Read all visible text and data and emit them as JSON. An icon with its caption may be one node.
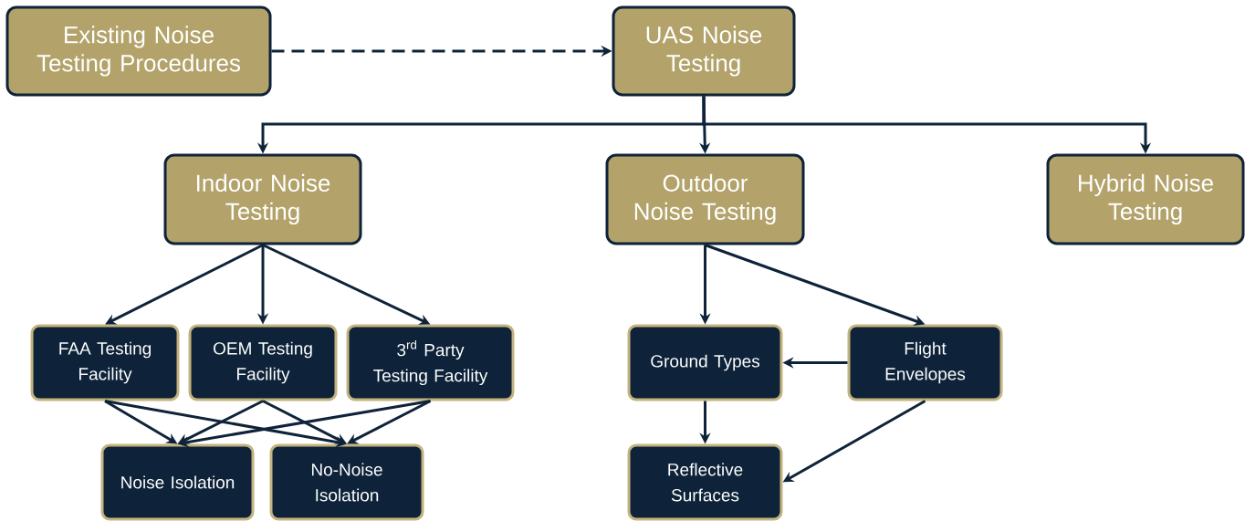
{
  "diagram": {
    "nodes": [
      {
        "text": [
          "Existing Noise Testing Procedures"
        ]
      },
      {
        "text": [
          "UAS Noise Testing"
        ]
      },
      {
        "text": [
          "Indoor Noise Testing"
        ]
      },
      {
        "text": [
          "Outdoor Noise Testing"
        ]
      },
      {
        "text": [
          "Hybrid Noise Testing"
        ]
      },
      {
        "text": [
          "FAA Testing Facility"
        ]
      },
      {
        "text": [
          "OEM Testing Facility"
        ]
      },
      {
        "text": [
          "3$^{rd}$ Party Testing Facility"
        ]
      },
      {
        "text": [
          "Noise Isolation"
        ]
      },
      {
        "text": [
          "No-Noise Isolation"
        ]
      },
      {
        "text": [
          "Ground Types"
        ]
      },
      {
        "text": [
          "Flight Envelopes"
        ]
      },
      {
        "text": [
          "Reflective Surfaces"
        ]
      }
    ],
    "edges": [
      {
        "from": 0,
        "to": 1,
        "arrow": "to",
        "style": "dashed"
      },
      {
        "from": 1,
        "to": 2,
        "arrow": "to"
      },
      {
        "from": 1,
        "to": 3,
        "arrow": "to"
      },
      {
        "from": 1,
        "to": 4,
        "arrow": "to"
      },
      {
        "from": 2,
        "to": 5,
        "arrow": "to"
      },
      {
        "from": 2,
        "to": 6,
        "arrow": "to"
      },
      {
        "from": 2,
        "to": 7,
        "arrow": "to"
      },
      {
        "from": 5,
        "to": 8,
        "arrow": "to"
      },
      {
        "from": 5,
        "to": 9,
        "arrow": "to"
      },
      {
        "from": 6,
        "to": 8,
        "arrow": "to"
      },
      {
        "from": 6,
        "to": 9,
        "arrow": "to"
      },
      {
        "from": 7,
        "to": 8,
        "arrow": "to"
      },
      {
        "from": 7,
        "to": 9,
        "arrow": "to"
      },
      {
        "from": 3,
        "to": 10,
        "arrow": "to"
      },
      {
        "from": 3,
        "to": 11,
        "arrow": "to"
      },
      {
        "from": 11,
        "to": 10,
        "arrow": "to"
      },
      {
        "from": 10,
        "to": 12,
        "arrow": "to"
      },
      {
        "from": 11,
        "to": 12,
        "arrow": "to"
      }
    ]
  }
}
